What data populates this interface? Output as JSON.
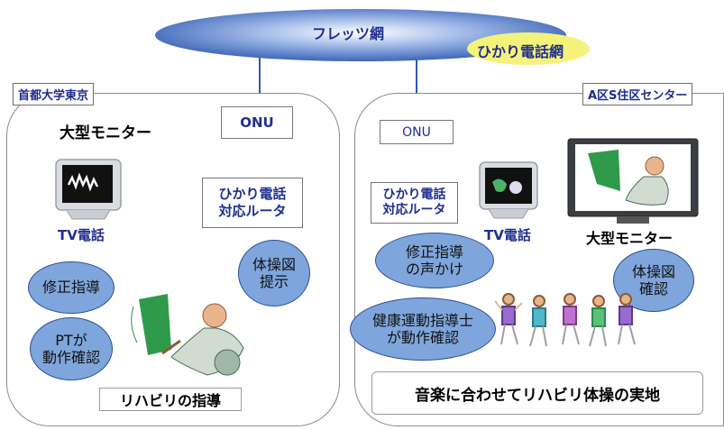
{
  "network": {
    "flets": "フレッツ網",
    "hikari_denwa": "ひかり電話網"
  },
  "left_site": {
    "name": "首都大学東京",
    "onu": "ONU",
    "router": "ひかり電話\n対応ルータ",
    "big_monitor": "大型モニター",
    "tv_phone": "TV電話",
    "bubble_correction": "修正指導",
    "bubble_pt": "PTが\n動作確認",
    "bubble_diagram": "体操図\n提示",
    "caption": "リハビリの指導"
  },
  "right_site": {
    "name": "A区S住区センター",
    "onu": "ONU",
    "router": "ひかり電話\n対応ルータ",
    "tv_phone": "TV電話",
    "big_monitor": "大型モニター",
    "bubble_call": "修正指導\nの声かけ",
    "bubble_instructor": "健康運動指導士\nが動作確認",
    "bubble_diagram": "体操図\n確認",
    "caption": "音楽に合わせてリハビリ体操の実地"
  },
  "colors": {
    "network_blue": "#2e58b0",
    "hikari_yellow": "#f5f27a",
    "bubble_fill": "#7fa6dc",
    "label_blue": "#1f2f8f"
  }
}
